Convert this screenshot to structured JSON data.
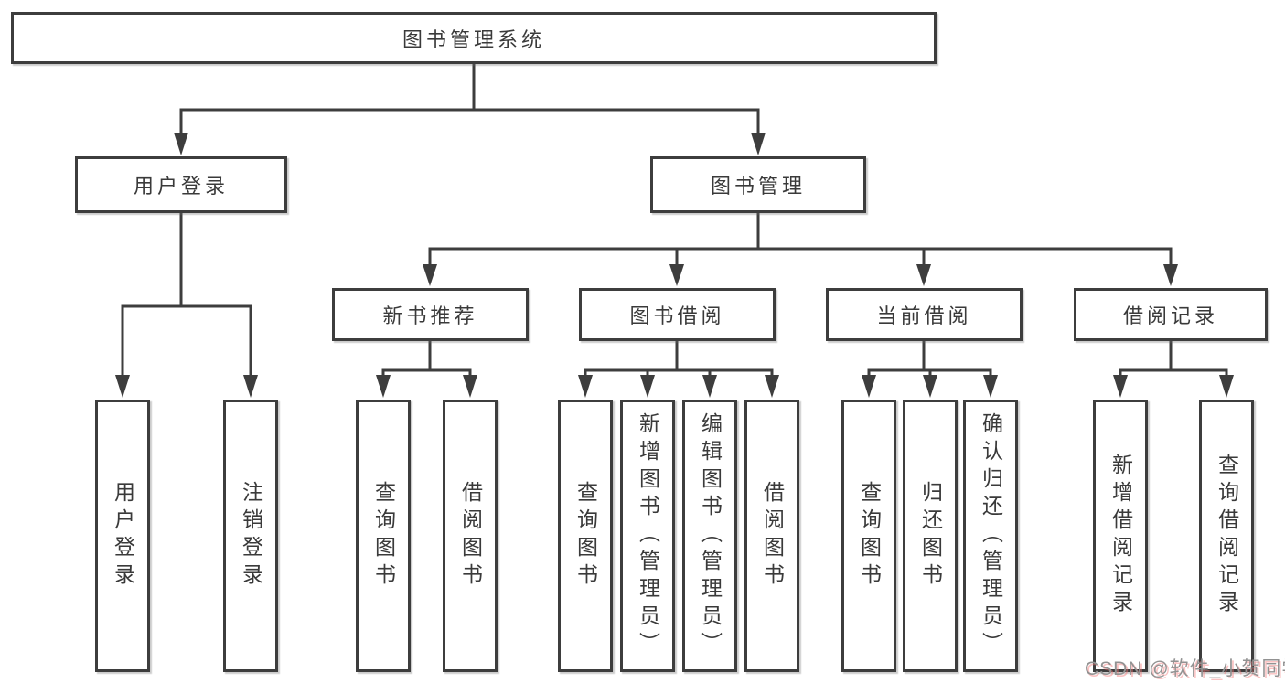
{
  "diagram": {
    "root": "图书管理系统",
    "branches": [
      {
        "label": "用户登录",
        "children": [
          "用户登录",
          "注销登录"
        ]
      },
      {
        "label": "图书管理",
        "sections": [
          {
            "label": "新书推荐",
            "children": [
              "查询图书",
              "借阅图书"
            ]
          },
          {
            "label": "图书借阅",
            "children": [
              "查询图书",
              "新增图书（管理员）",
              "编辑图书（管理员）",
              "借阅图书"
            ]
          },
          {
            "label": "当前借阅",
            "children": [
              "查询图书",
              "归还图书",
              "确认归还（管理员）"
            ]
          },
          {
            "label": "借阅记录",
            "children": [
              "新增借阅记录",
              "查询借阅记录"
            ]
          }
        ]
      }
    ]
  },
  "watermark": {
    "text": "CSDN @软件_小贺同学"
  },
  "colors": {
    "line": "#3d3d3d",
    "box_border": "#3d3d3d",
    "text": "#3a3a3a",
    "background": "#ffffff",
    "watermark_text": "#929292",
    "watermark_shadow": "#f47878"
  }
}
